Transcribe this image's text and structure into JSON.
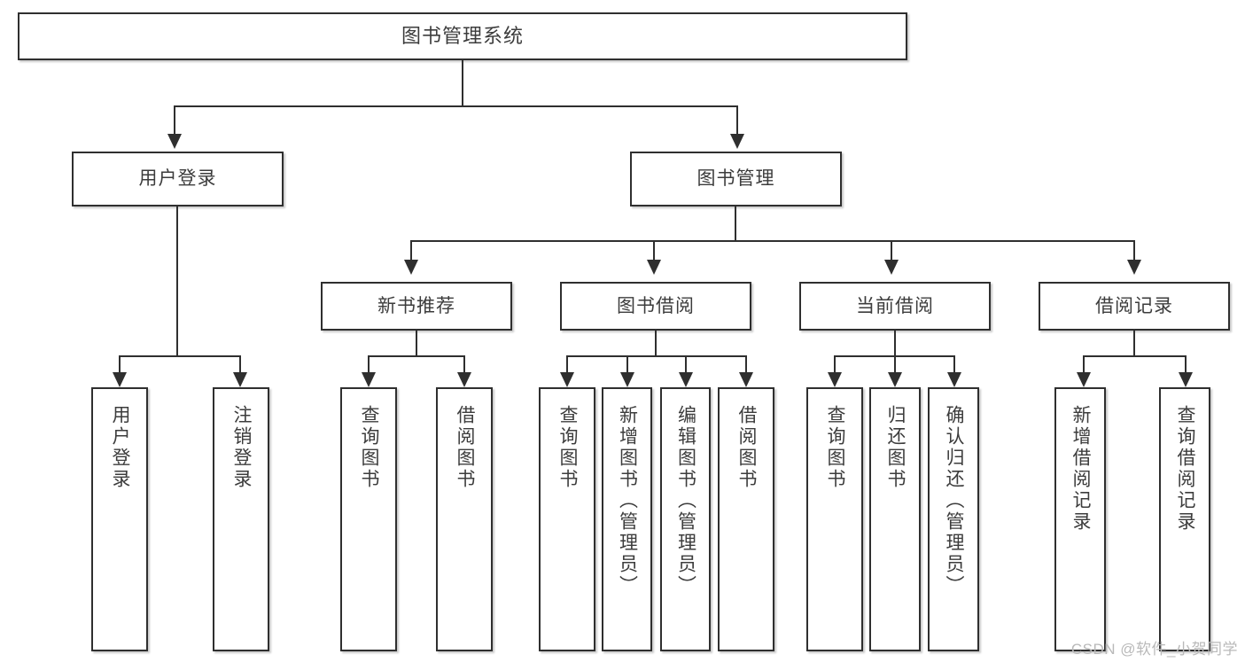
{
  "diagram": {
    "title": "图书管理系统",
    "type": "tree",
    "watermark": "CSDN @软件_小贺同学",
    "colors": {
      "box_border": "#2f2f2f",
      "box_fill": "#ffffff",
      "text": "#3c3c3c",
      "connector": "#2f2f2f",
      "watermark": "#b9b9b9",
      "background": "#ffffff"
    },
    "root": {
      "label": "图书管理系统"
    },
    "level1": [
      {
        "label": "用户登录"
      },
      {
        "label": "图书管理"
      }
    ],
    "level2": [
      {
        "label": "新书推荐"
      },
      {
        "label": "图书借阅"
      },
      {
        "label": "当前借阅"
      },
      {
        "label": "借阅记录"
      }
    ],
    "leaves": {
      "user_login": [
        {
          "label": "用户登录"
        },
        {
          "label": "注销登录"
        }
      ],
      "new_book_recommend": [
        {
          "label": "查询图书"
        },
        {
          "label": "借阅图书"
        }
      ],
      "book_borrow": [
        {
          "label": "查询图书"
        },
        {
          "label": "新增图书（管理员）"
        },
        {
          "label": "编辑图书（管理员）"
        },
        {
          "label": "借阅图书"
        }
      ],
      "current_borrow": [
        {
          "label": "查询图书"
        },
        {
          "label": "归还图书"
        },
        {
          "label": "确认归还（管理员）"
        }
      ],
      "borrow_record": [
        {
          "label": "新增借阅记录"
        },
        {
          "label": "查询借阅记录"
        }
      ]
    }
  }
}
